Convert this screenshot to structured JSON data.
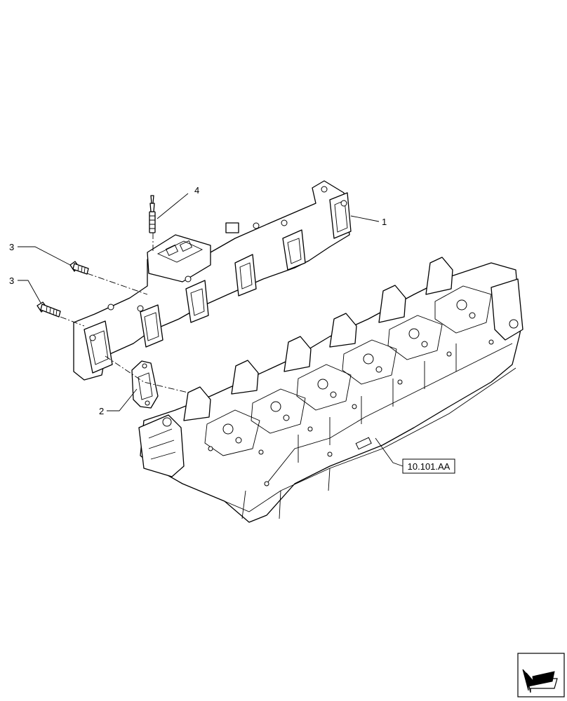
{
  "callouts": {
    "manifold": "1",
    "gasket": "2",
    "bolt_upper": "3",
    "bolt_lower": "3",
    "stud": "4"
  },
  "reference": {
    "cylinder_head": "10.101.AA"
  },
  "icons": {
    "navigation": "next-page-arrow-icon"
  }
}
